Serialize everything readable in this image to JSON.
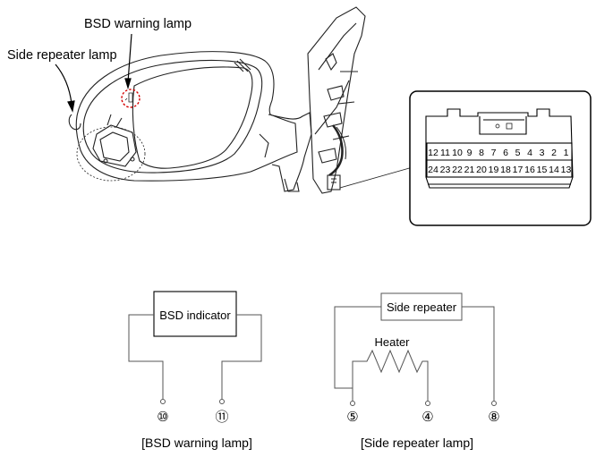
{
  "callouts": {
    "bsd_warning_lamp": "BSD warning lamp",
    "side_repeater_lamp": "Side repeater lamp"
  },
  "connector": {
    "top_row": [
      "12",
      "11",
      "10",
      "9",
      "8",
      "7",
      "6",
      "5",
      "4",
      "3",
      "2",
      "1"
    ],
    "bottom_row": [
      "24",
      "23",
      "22",
      "21",
      "20",
      "19",
      "18",
      "17",
      "16",
      "15",
      "14",
      "13"
    ]
  },
  "bsd_circuit": {
    "box_label": "BSD indicator",
    "pin_left": "⑩",
    "pin_right": "⑪",
    "caption": "[BSD warning lamp]"
  },
  "repeater_circuit": {
    "box_label": "Side repeater",
    "heater_label": "Heater",
    "pin_left": "⑤",
    "pin_mid": "④",
    "pin_right": "⑧",
    "caption": "[Side repeater lamp]"
  }
}
